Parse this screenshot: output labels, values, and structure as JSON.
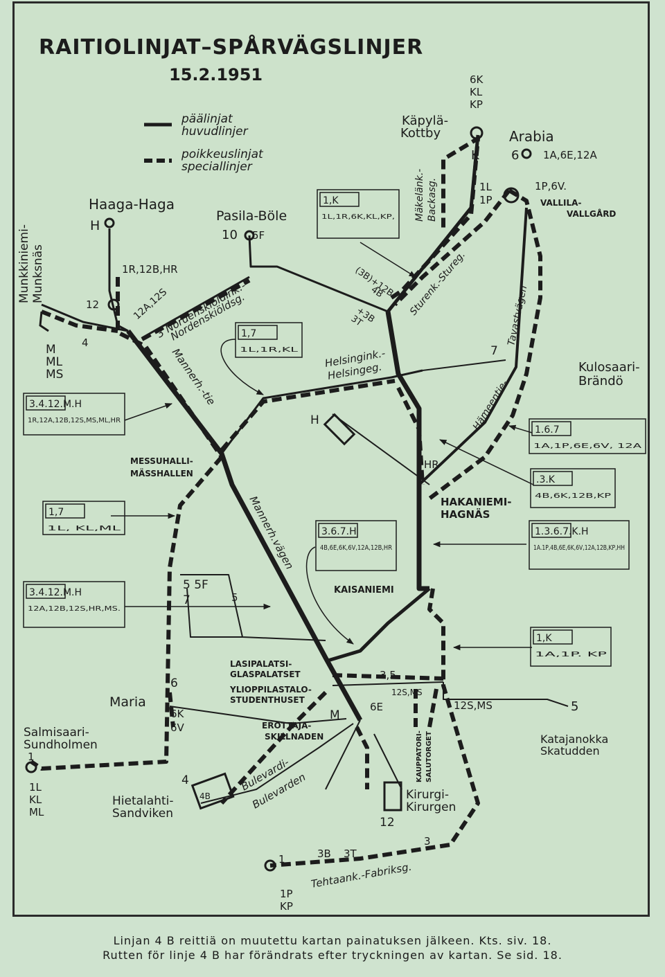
{
  "map": {
    "title": "RAITIOLINJAT–SPÅRVÄGSLINJER",
    "date": "15.2.1951",
    "legend": {
      "main_fi": "päälinjat",
      "main_sv": "huvudlinjer",
      "special_fi": "poikkeuslinjat",
      "special_sv": "speciallinjer"
    },
    "places": {
      "munkkiniemi": "Munkkiniemi-",
      "munksnas": "Munksnäs",
      "haaga": "Haaga-Haga",
      "pasila": "Pasila-Böle",
      "kapyla": "Käpylä-",
      "kottby": "Kottby",
      "arabia": "Arabia",
      "vallila": "VALLILA-",
      "vallgard": "VALLGÅRD",
      "kulosaari": "Kulosaari-",
      "brando": "Brändö",
      "messuhalli": "MESSUHALLI-",
      "masshallen": "MÄSSHALLEN",
      "hakaniemi": "HAKANIEMI-",
      "hagnas": "HAGNÄS",
      "kaisaniemi": "KAISANIEMI",
      "lasipalatsi": "LASIPALATSI-",
      "glaspalatset": "GLASPALATSET",
      "ylioppilastalo": "YLIOPPILASTALO-",
      "studenthuset": "STUDENTHUSET",
      "erottaja": "EROTTAJA-",
      "skillnaden": "SKILLNADEN",
      "maria": "Maria",
      "salmisaari": "Salmisaari-",
      "sundholmen": "Sundholmen",
      "hietalahti": "Hietalahti-",
      "sandviken": "Sandviken",
      "kirurgi": "Kirurgi-",
      "kirurgen": "Kirurgen",
      "katajanokka": "Katajanokka",
      "skatudden": "Skatudden",
      "kauppatori": "KAUPPATORI-",
      "salutorget": "SALUTORGET"
    },
    "streets": {
      "nordenskiold1": "3 Nordenskiöldink.-",
      "nordenskiold2": "Nordenskiöldsg.",
      "mannerheimintie_top": "Mannerh.-tie",
      "mannerheimintie_mid": "Mannerh.vägen",
      "helsingink": "Helsingink.-",
      "helsingeg": "Helsingeg.",
      "makelank": "Mäkelänk.-",
      "backasg": "Backasg.",
      "sturenk": "Sturenk.-Stureg.",
      "hameentie": "Hämeentie-",
      "tavastvagen": "Tavastvägen",
      "bulevardi": "Bulevardi-",
      "bulevarden": "Bulevarden",
      "tehtaank": "Tehtaank.-Fabriksg."
    },
    "route_labels": {
      "haaga_top": "H",
      "haaga_near": "1R,12B,HR",
      "haaga_12": "12",
      "haaga_12a": "12A,12S",
      "pasila_10": "10",
      "pasila_5f": "5F",
      "kapyla_top1": "6K",
      "kapyla_top2": "KL",
      "kapyla_top3": "KP",
      "kapyla_k": "K",
      "arabia_6": "6",
      "arabia_lines": "1A,6E,12A",
      "vallila_l": "1L",
      "vallila_p": "1P",
      "vallila_p6v": "1P,6V.",
      "munk_m": "M",
      "munk_ml": "ML",
      "munk_ms": "MS",
      "munk_4": "4",
      "sturen_3b": "(3B)+12B",
      "sturen_4b": "4B",
      "sturen_3bb": "+3B",
      "sturen_3t": "3T",
      "hameentie_7": "7",
      "helsinki_h": "H",
      "hr": "HR",
      "maria_6": "6",
      "maria_6k": "6K",
      "maria_6v": "6V",
      "salmi_1": "1",
      "salmi_1l": "1L",
      "salmi_kl": "KL",
      "salmi_ml": "ML",
      "hieta_4": "4",
      "hieta_4b": "4B",
      "r55f": "5 5F",
      "r7": "7",
      "r5": "5",
      "m_erottaja": "M",
      "r6e": "6E",
      "r35": "3,5",
      "r12sms": "12S,MS",
      "kata_12sms": "12S,MS",
      "kata_5": "5",
      "kirurgi_12": "12",
      "tehtaan_3b": "3B",
      "tehtaan_3t": "3T",
      "tehtaan_3": "3",
      "tehtaan_1": "1",
      "bottom_1p": "1P",
      "bottom_kp": "KP"
    },
    "boxes": [
      {
        "main": "1,K",
        "sub": "1L,1R,6K,KL,KP,"
      },
      {
        "main": "1,7",
        "sub": "1L,1R,KL"
      },
      {
        "main": "3.4.12.M.H",
        "sub": "1R,12A,12B,12S,MS,ML,HR"
      },
      {
        "main": "1,7",
        "sub": "1L, KL,ML"
      },
      {
        "main": "3.4.12.M.H",
        "sub": "12A,12B,12S,HR,MS."
      },
      {
        "main": "3.6.7.H",
        "sub": "4B,6E,6K,6V,12A,12B,HR"
      },
      {
        "main": "1.6.7",
        "sub": "1A,1P,6E,6V, 12A"
      },
      {
        "main": ".3.K",
        "sub": "4B,6K,12B,KP"
      },
      {
        "main": "1.3.6.7.K.H",
        "sub": "1A.1P,4B,6E,6K,6V,12A,12B,KP,HH"
      },
      {
        "main": "1,K",
        "sub": "1A,1P. KP"
      }
    ]
  },
  "caption": {
    "line1": "Linjan 4 B reittiä on muutettu kartan painatuksen jälkeen. Kts. siv. 18.",
    "line2": "Rutten för linje 4 B har förändrats efter tryckningen av kartan. Se sid. 18."
  },
  "colors": {
    "paper": "#cde2cb",
    "ink": "#1c1c1c"
  }
}
